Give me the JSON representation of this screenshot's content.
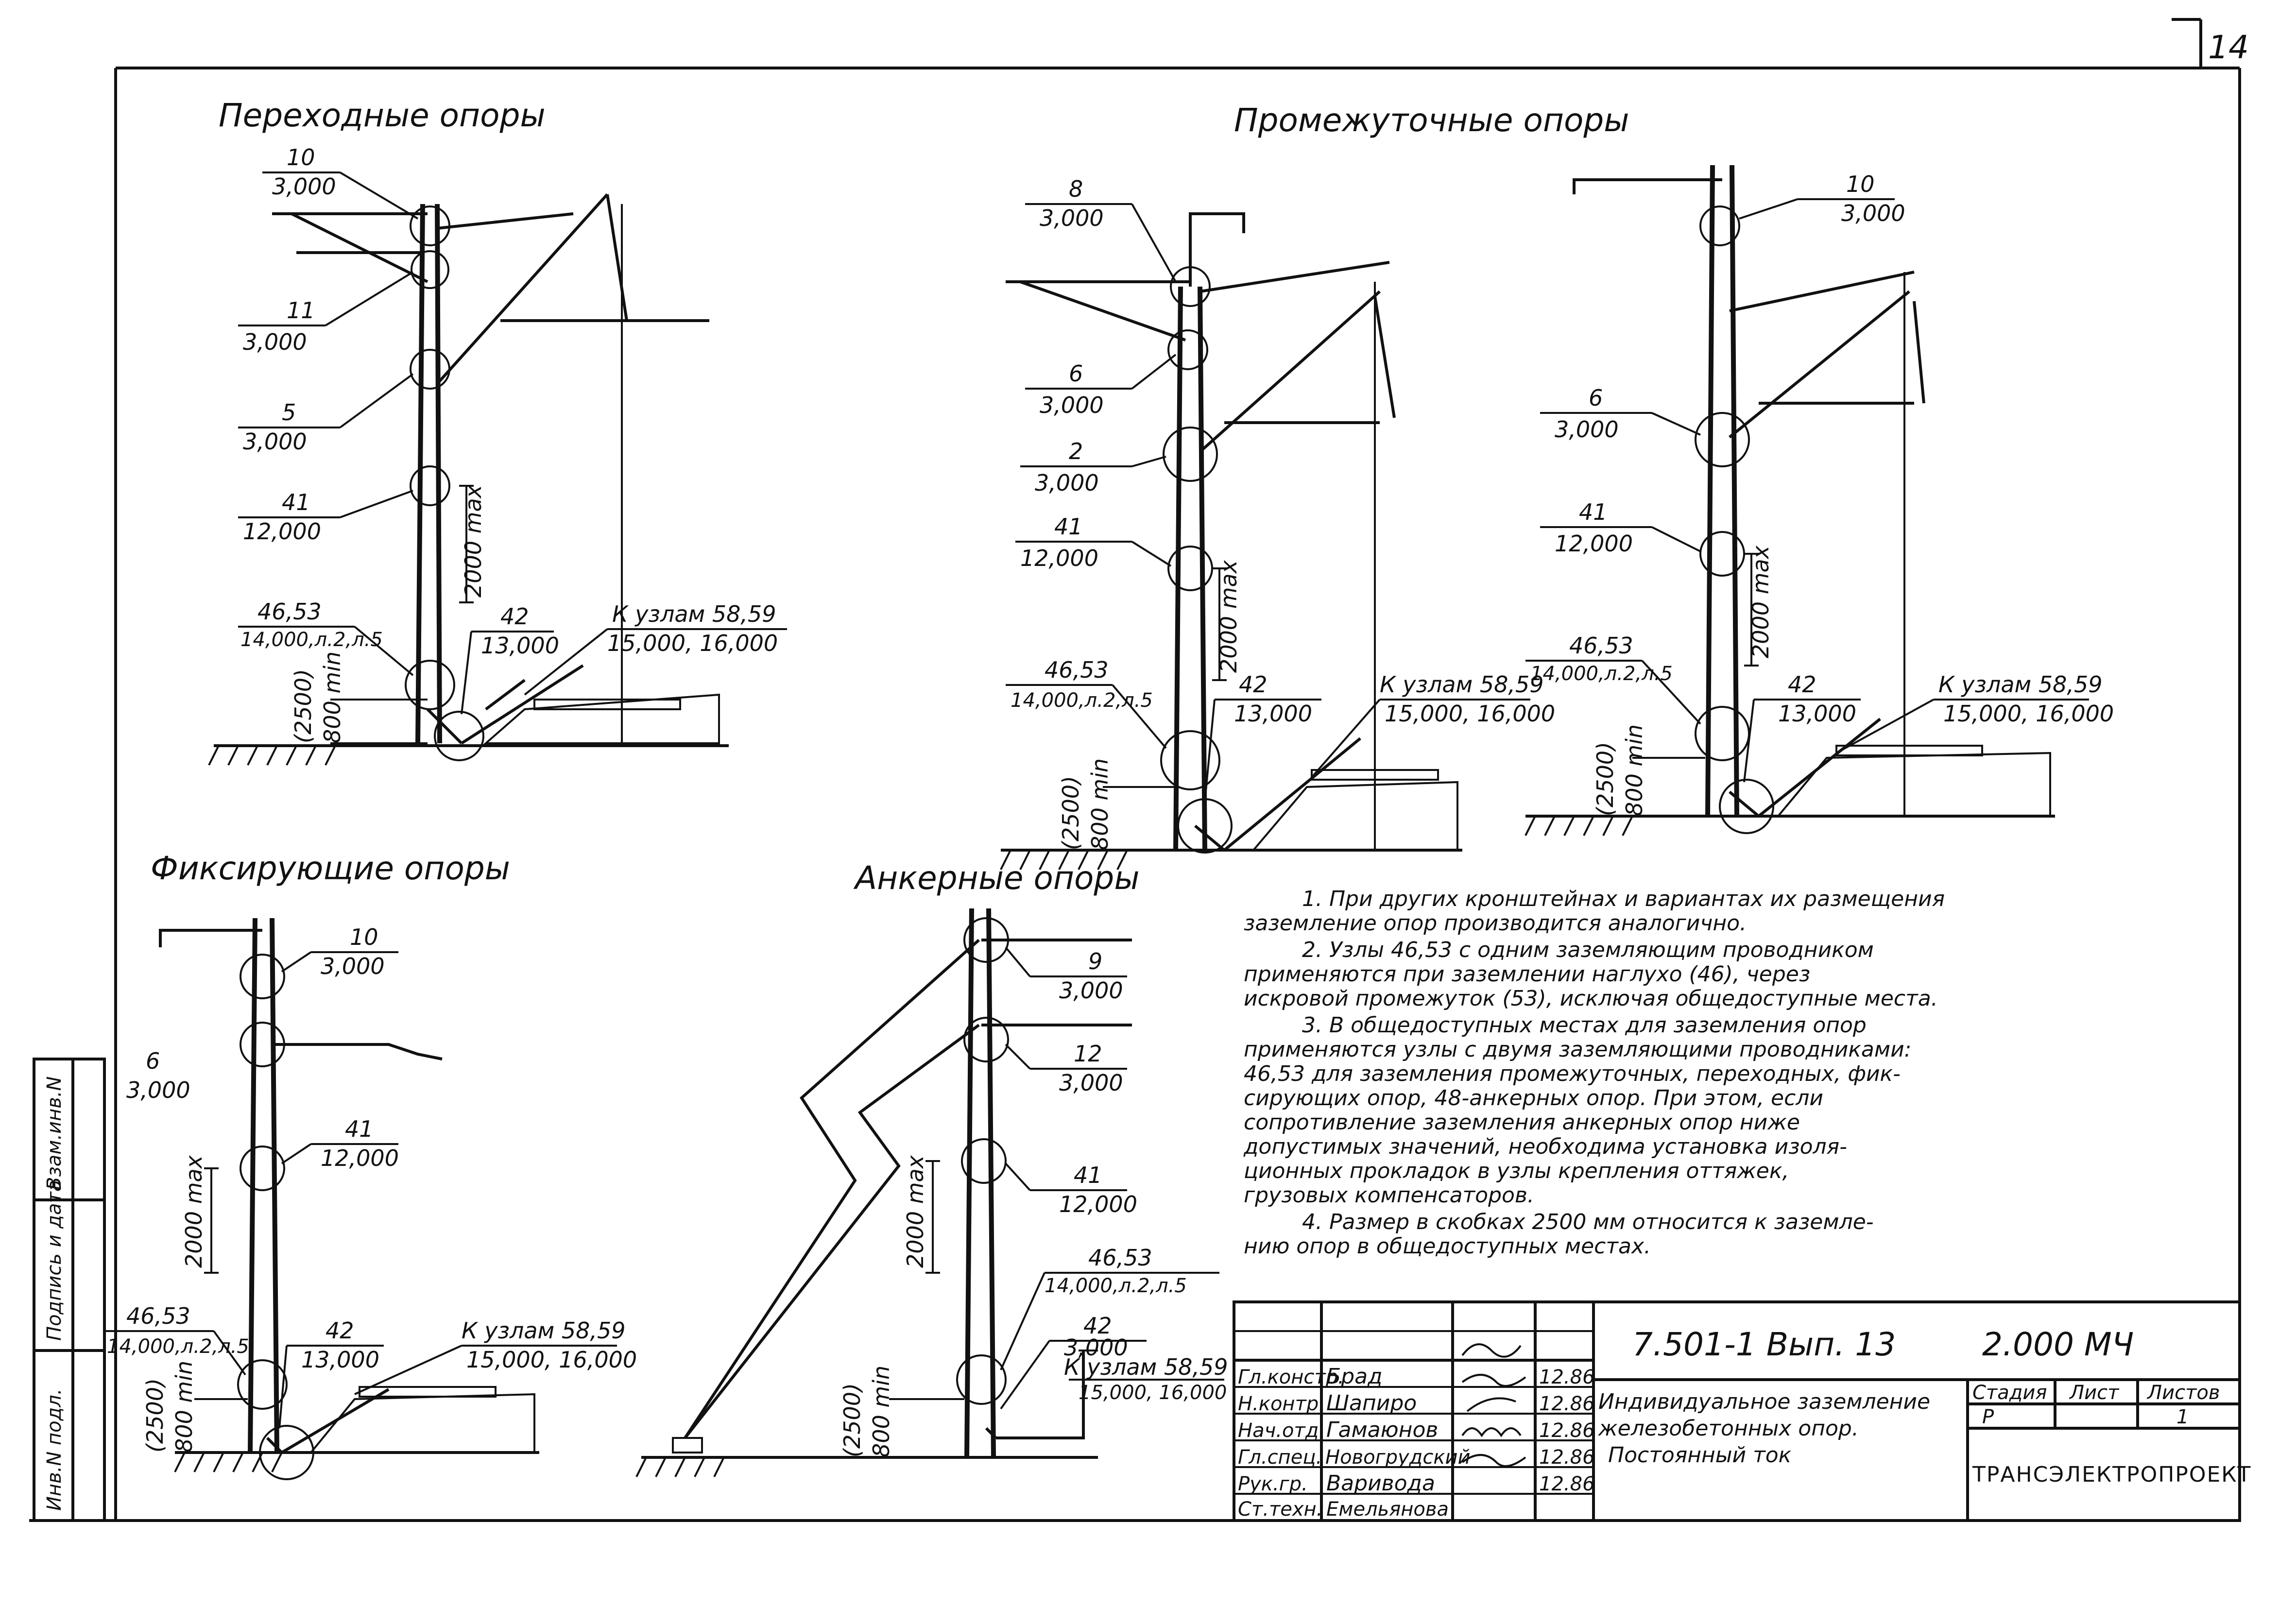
{
  "sheet_number": "14",
  "titles": {
    "transitional": "Переходные опоры",
    "intermediate": "Промежуточные опоры",
    "fixing": "Фиксирующие опоры",
    "anchor": "Анкерные опоры"
  },
  "callouts": {
    "p1_10": [
      "10",
      "3,000"
    ],
    "p1_11": [
      "11",
      "3,000"
    ],
    "p1_5": [
      "5",
      "3,000"
    ],
    "p1_41": [
      "41",
      "12,000"
    ],
    "p1_4653": [
      "46,53",
      "14,000,л.2,л.5"
    ],
    "p1_42": [
      "42",
      "13,000"
    ],
    "p1_k": [
      "К узлам 58,59",
      "15,000, 16,000"
    ],
    "p2_8": [
      "8",
      "3,000"
    ],
    "p2_6": [
      "6",
      "3,000"
    ],
    "p2_2": [
      "2",
      "3,000"
    ],
    "p2_41": [
      "41",
      "12,000"
    ],
    "p2_4653": [
      "46,53",
      "14,000,л.2,л.5"
    ],
    "p2_42": [
      "42",
      "13,000"
    ],
    "p2_k": [
      "К узлам 58,59",
      "15,000, 16,000"
    ],
    "p3_10": [
      "10",
      "3,000"
    ],
    "p3_6": [
      "6",
      "3,000"
    ],
    "p3_41": [
      "41",
      "12,000"
    ],
    "p3_4653": [
      "46,53",
      "14,000,л.2,л.5"
    ],
    "p3_42": [
      "42",
      "13,000"
    ],
    "p3_k": [
      "К узлам 58,59",
      "15,000, 16,000"
    ],
    "p4_10": [
      "10",
      "3,000"
    ],
    "p4_6": [
      "6",
      "3,000"
    ],
    "p4_41": [
      "41",
      "12,000"
    ],
    "p4_4653": [
      "46,53",
      "14,000,л.2,л.5"
    ],
    "p4_42": [
      "42",
      "13,000"
    ],
    "p4_k": [
      "К узлам 58,59",
      "15,000, 16,000"
    ],
    "p5_9": [
      "9",
      "3,000"
    ],
    "p5_12": [
      "12",
      "3,000"
    ],
    "p5_41": [
      "41",
      "12,000"
    ],
    "p5_4653": [
      "46,53",
      "14,000,л.2,л.5"
    ],
    "p5_42": [
      "42",
      "3,000"
    ],
    "p5_k": [
      "К узлам 58,59",
      "15,000, 16,000"
    ]
  },
  "dimensions": {
    "max2000": "2000 max",
    "min800": "800 min",
    "d2500": "(2500)"
  },
  "notes": [
    "1. При других кронштейнах и вариантах их размещения",
    "заземление опор производится аналогично.",
    "2. Узлы 46,53 с одним заземляющим проводником",
    "применяются при заземлении наглухо (46), через",
    "искровой промежуток (53), исключая общедоступные места.",
    "3. В общедоступных местах для заземления опор",
    "применяются узлы с двумя заземляющими проводниками:",
    "46,53 для заземления промежуточных, переходных, фик-",
    "сирующих опор, 48-анкерных опор. При этом, если",
    "сопротивление заземления анкерных опор ниже",
    "допустимых значений, необходима установка изоля-",
    "ционных прокладок в узлы крепления оттяжек,",
    "грузовых компенсаторов.",
    "4. Размер в скобках 2500 мм относится к заземле-",
    "нию опор в общедоступных местах."
  ],
  "title_block": {
    "code": "7.501-1 Вып. 13",
    "sheet_code": "2.000 МЧ",
    "name_lines": [
      "Индивидуальное заземление",
      "железобетонных опор.",
      "Постоянный ток"
    ],
    "stage_label": "Стадия",
    "sheet_label": "Лист",
    "sheets_label": "Листов",
    "stage_value": "Р",
    "sheet_value": "",
    "sheets_value": "1",
    "organization": "ТРАНСЭЛЕКТРОПРОЕКТ",
    "roles": [
      {
        "role": "Гл.констр.",
        "name": "Брад",
        "date": "12.86"
      },
      {
        "role": "Н.контр.",
        "name": "Шапиро",
        "date": "12.86"
      },
      {
        "role": "Нач.отд.",
        "name": "Гамаюнов",
        "date": "12.86"
      },
      {
        "role": "Гл.спец.",
        "name": "Новогрудский",
        "date": "12.86"
      },
      {
        "role": "Рук.гр.",
        "name": "Вариводa",
        "date": "12.86"
      },
      {
        "role": "Ст.техн.",
        "name": "Емельянова",
        "date": ""
      }
    ]
  },
  "side_stamp": [
    "Инв.N подл.",
    "Подпись и дата",
    "Взам.инв.N"
  ]
}
